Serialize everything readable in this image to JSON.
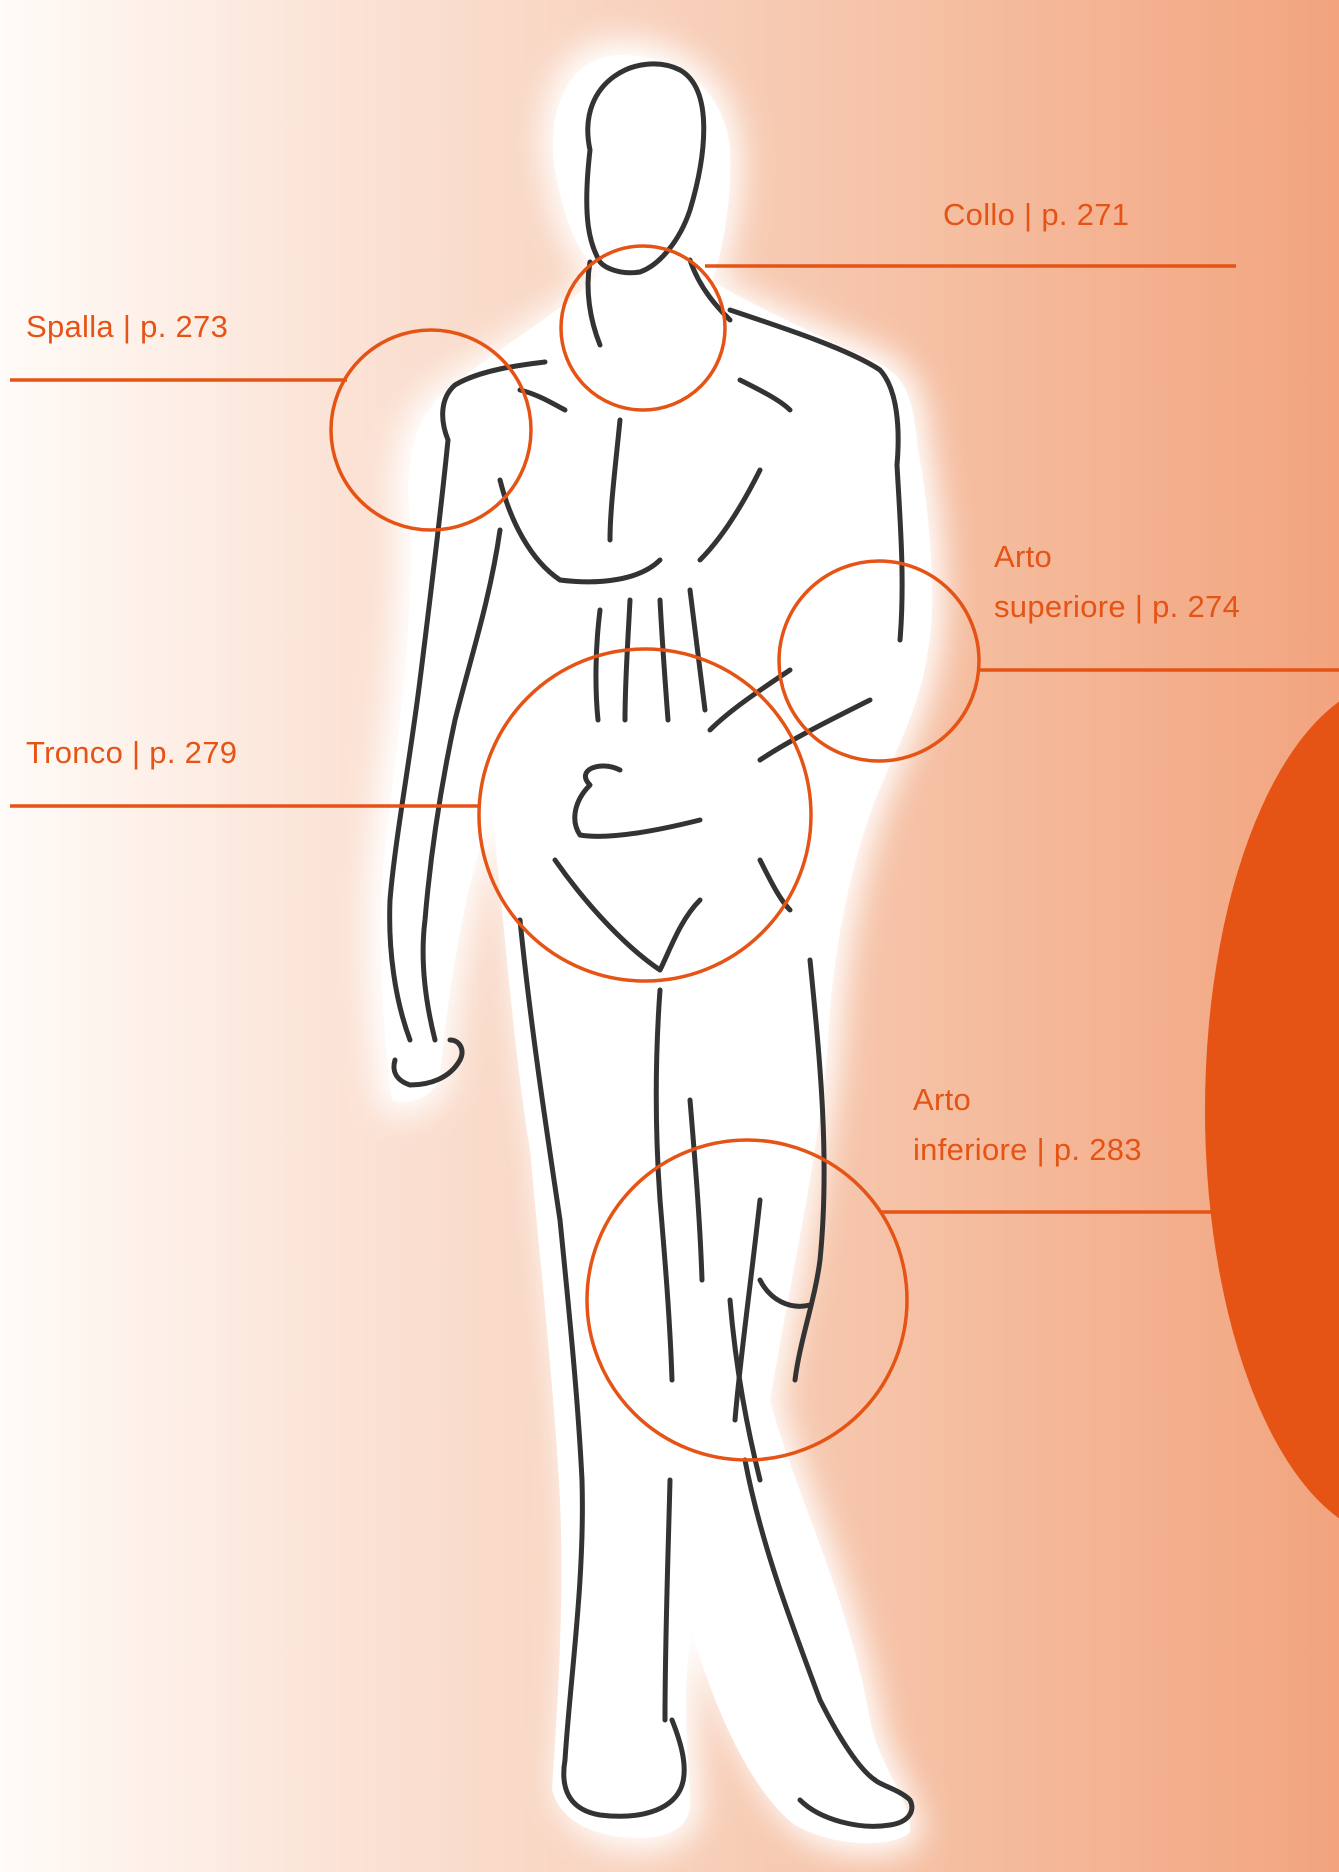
{
  "accent_color": "#e55315",
  "labels": {
    "collo": "Collo | p. 271",
    "spalla": "Spalla | p. 273",
    "arto_superiore_line1": "Arto",
    "arto_superiore_line2": "superiore | p. 274",
    "tronco": "Tronco | p. 279",
    "arto_inferiore_line1": "Arto",
    "arto_inferiore_line2": "inferiore | p. 283"
  }
}
